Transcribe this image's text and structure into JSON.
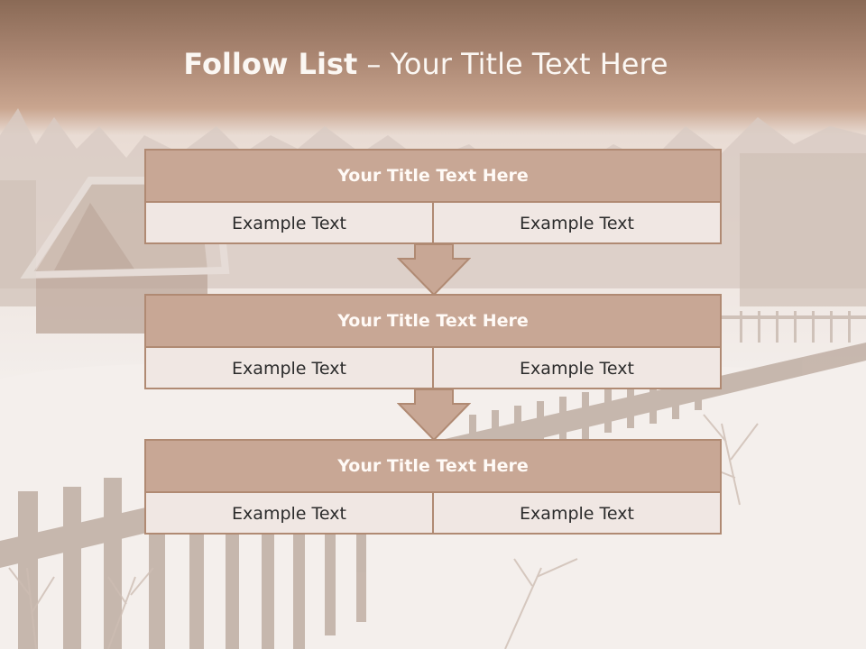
{
  "title": {
    "main": "Follow List",
    "sub": " – Your Title Text Here"
  },
  "blocks": [
    {
      "heading": "Your Title Text Here",
      "cells": [
        "Example Text",
        "Example Text"
      ]
    },
    {
      "heading": "Your Title Text Here",
      "cells": [
        "Example Text",
        "Example Text"
      ]
    },
    {
      "heading": "Your Title Text Here",
      "cells": [
        "Example Text",
        "Example Text"
      ]
    }
  ],
  "colors": {
    "header_bg": "#c8a795",
    "border": "#b08a73",
    "cell_bg": "#f0e7e3",
    "top_band": "#a98571"
  }
}
